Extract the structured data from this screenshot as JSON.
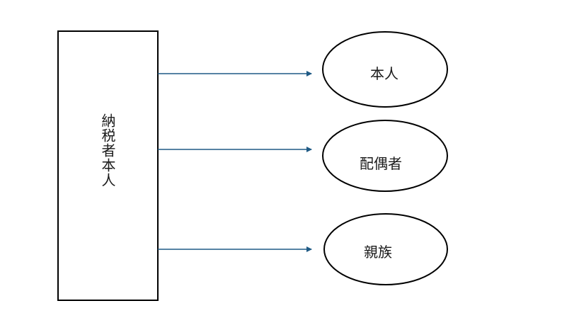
{
  "source_box": {
    "label": "納税者本人"
  },
  "targets": [
    {
      "label": "本人"
    },
    {
      "label": "配偶者"
    },
    {
      "label": "親族"
    }
  ],
  "colors": {
    "stroke": "#000000",
    "arrow": "#1f5a85",
    "text": "#1a1a1a",
    "background": "#ffffff"
  }
}
